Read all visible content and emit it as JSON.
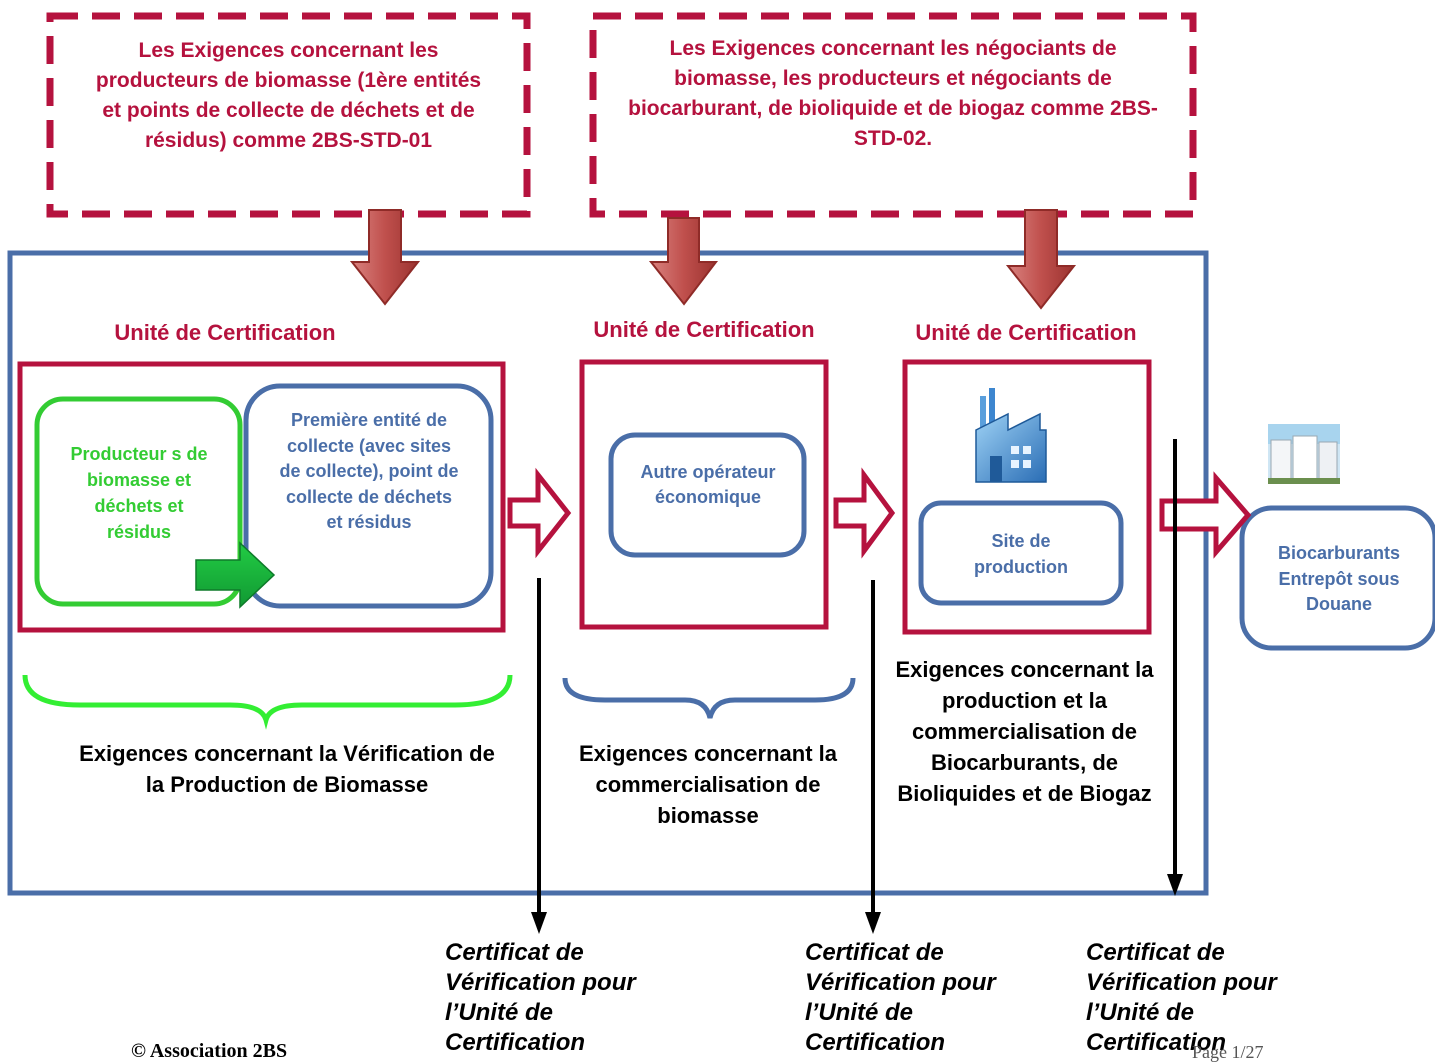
{
  "top_boxes": {
    "left": "Les Exigences concernant les producteurs de biomasse (1ère entités et points de collecte de déchets et de résidus) comme 2BS-STD-01",
    "right": "Les Exigences concernant les négociants de biomasse, les producteurs et négociants de biocarburant, de bioliquide et de biogaz comme 2BS-STD-02."
  },
  "units": {
    "unit1_title": "Unité de Certification",
    "unit2_title": "Unité de Certification",
    "unit3_title": "Unité de Certification"
  },
  "nodes": {
    "producers": "Producteur s de biomasse et déchets et résidus",
    "first_entity": "Première entité de collecte (avec sites de collecte), point de collecte de déchets et résidus",
    "other_operator": "Autre opérateur économique",
    "production_site": "Site de production",
    "customs": "Biocarburants Entrepôt sous Douane"
  },
  "requirements": {
    "r1": "Exigences concernant la Vérification de la Production de Biomasse",
    "r2": "Exigences concernant la commercialisation de biomasse",
    "r3": "Exigences concernant la production et la commercialisation de Biocarburants, de Bioliquides et de Biogaz"
  },
  "certificates": {
    "c1": "Certificat de Vérification pour l’Unité de Certification",
    "c2": "Certificat de Vérification pour l’Unité de Certification",
    "c3": "Certificat de Vérification pour l’Unité de Certification"
  },
  "footer": {
    "copyright": "© Association 2BS",
    "page": "Page 1/27"
  },
  "icons": [
    "factory-icon",
    "storage-tanks-icon"
  ],
  "colors": {
    "red": "#b5123e",
    "blue": "#4a6ea8",
    "green": "#33cc33",
    "arrow_fill": "#c0504d"
  }
}
